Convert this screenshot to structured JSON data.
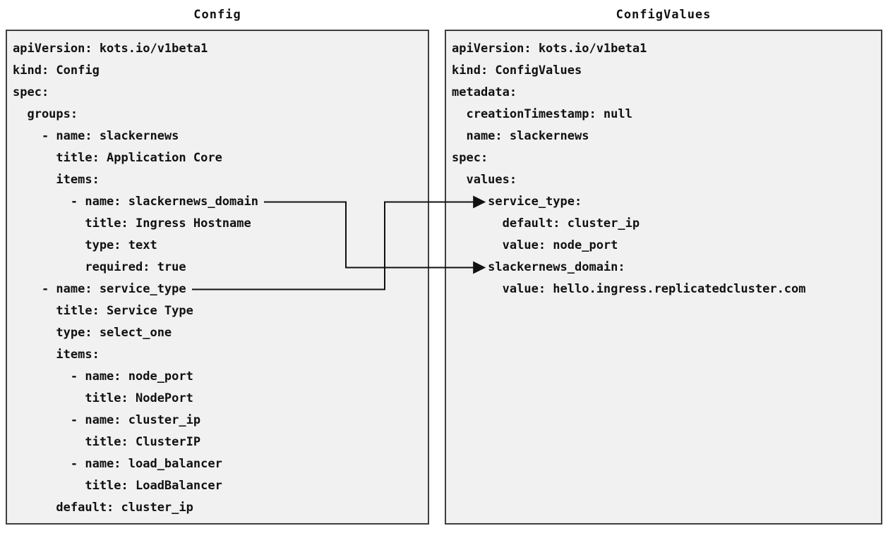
{
  "diagram": {
    "config_panel": {
      "title": "Config",
      "lines": [
        "apiVersion: kots.io/v1beta1",
        "kind: Config",
        "spec:",
        "  groups:",
        "    - name: slackernews",
        "      title: Application Core",
        "      items:",
        "        - name: slackernews_domain",
        "          title: Ingress Hostname",
        "          type: text",
        "          required: true",
        "    - name: service_type",
        "      title: Service Type",
        "      type: select_one",
        "      items:",
        "        - name: node_port",
        "          title: NodePort",
        "        - name: cluster_ip",
        "          title: ClusterIP",
        "        - name: load_balancer",
        "          title: LoadBalancer",
        "      default: cluster_ip"
      ]
    },
    "configvalues_panel": {
      "title": "ConfigValues",
      "lines": [
        "apiVersion: kots.io/v1beta1",
        "kind: ConfigValues",
        "metadata:",
        "  creationTimestamp: null",
        "  name: slackernews",
        "spec:",
        "  values:",
        "     service_type:",
        "       default: cluster_ip",
        "       value: node_port",
        "     slackernews_domain:",
        "       value: hello.ingress.replicatedcluster.com"
      ]
    },
    "connectors": [
      {
        "from_label": "service_type",
        "to_label": "service_type:"
      },
      {
        "from_label": "slackernews_domain",
        "to_label": "slackernews_domain:"
      }
    ]
  },
  "colors": {
    "page_bg": "#ffffff",
    "panel_bg": "#f1f1f1",
    "panel_border": "#3f3f3f",
    "text": "#111111",
    "connector": "#111111"
  }
}
